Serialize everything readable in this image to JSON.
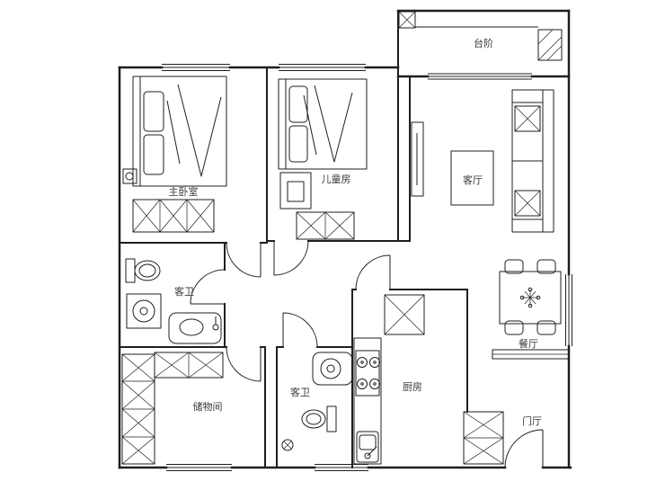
{
  "theme": {
    "page_bg": "#ffffff",
    "line_color": "#1f1f1f",
    "label_color": "#3a3a3a"
  },
  "floorplan": {
    "rooms": {
      "balcony": "台阶",
      "living_room": "客厅",
      "master_bedroom": "主卧室",
      "children_room": "儿童房",
      "bath_main": "客卫",
      "bath_second": "客卫",
      "storage": "储物间",
      "kitchen": "厨房",
      "dining": "餐厅",
      "entry": "门厅"
    }
  }
}
